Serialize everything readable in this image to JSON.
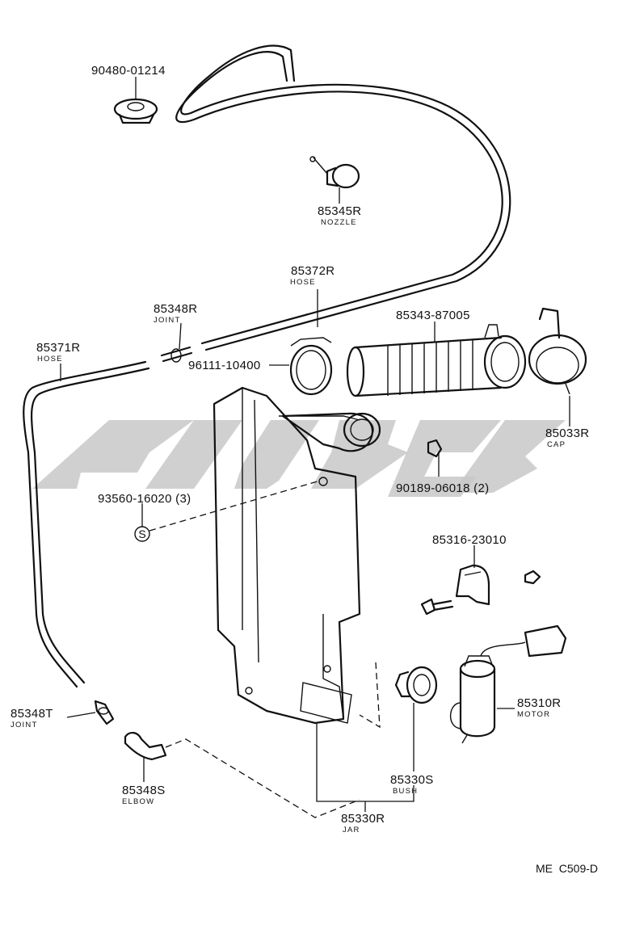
{
  "diagram": {
    "code": "ME  C509-D",
    "parts": [
      {
        "id": "p90480",
        "number": "90480-01214",
        "name": ""
      },
      {
        "id": "p85345",
        "number": "85345R",
        "name": "NOZZLE"
      },
      {
        "id": "p85372",
        "number": "85372R",
        "name": "HOSE"
      },
      {
        "id": "p85348R",
        "number": "85348R",
        "name": "JOINT"
      },
      {
        "id": "p85343",
        "number": "85343-87005",
        "name": ""
      },
      {
        "id": "p85371",
        "number": "85371R",
        "name": "HOSE"
      },
      {
        "id": "p96111",
        "number": "96111-10400",
        "name": ""
      },
      {
        "id": "p85033",
        "number": "85033R",
        "name": "CAP"
      },
      {
        "id": "p93560",
        "number": "93560-16020 (3)",
        "name": ""
      },
      {
        "id": "p90189",
        "number": "90189-06018 (2)",
        "name": ""
      },
      {
        "id": "p85316",
        "number": "85316-23010",
        "name": ""
      },
      {
        "id": "p85310",
        "number": "85310R",
        "name": "MOTOR"
      },
      {
        "id": "p85348T",
        "number": "85348T",
        "name": "JOINT"
      },
      {
        "id": "p85330S",
        "number": "85330S",
        "name": "BUSH"
      },
      {
        "id": "p85348S",
        "number": "85348S",
        "name": "ELBOW"
      },
      {
        "id": "p85330R",
        "number": "85330R",
        "name": "JAR"
      }
    ],
    "s_marker": "S"
  }
}
